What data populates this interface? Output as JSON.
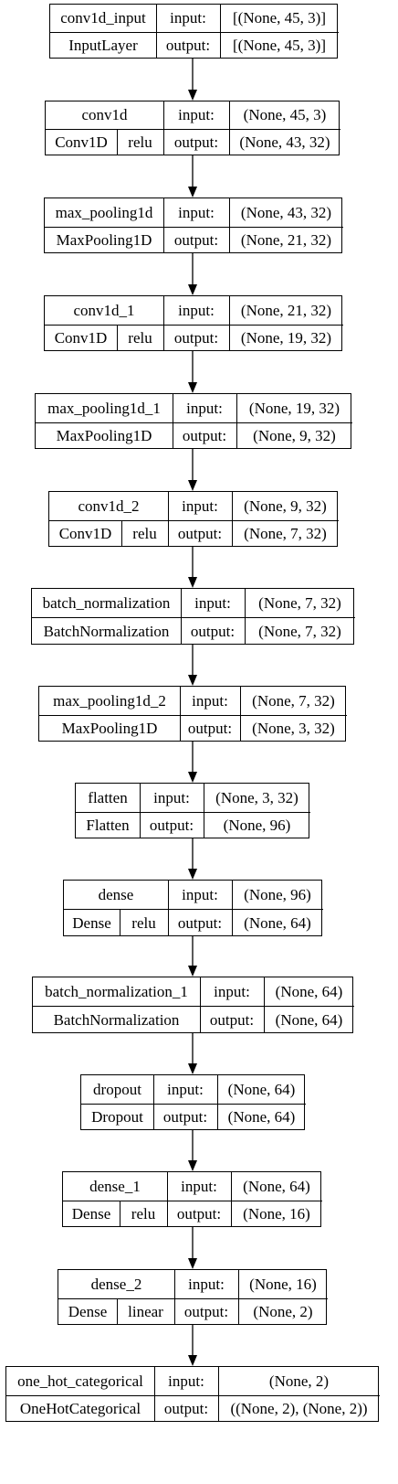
{
  "layers": [
    {
      "name": "conv1d_input",
      "type": "InputLayer",
      "input": "[(None, 45, 3)]",
      "output": "[(None, 45, 3)]"
    },
    {
      "name": "conv1d",
      "type": "Conv1D",
      "activation": "relu",
      "input": "(None, 45, 3)",
      "output": "(None, 43, 32)"
    },
    {
      "name": "max_pooling1d",
      "type": "MaxPooling1D",
      "input": "(None, 43, 32)",
      "output": "(None, 21, 32)"
    },
    {
      "name": "conv1d_1",
      "type": "Conv1D",
      "activation": "relu",
      "input": "(None, 21, 32)",
      "output": "(None, 19, 32)"
    },
    {
      "name": "max_pooling1d_1",
      "type": "MaxPooling1D",
      "input": "(None, 19, 32)",
      "output": "(None, 9, 32)"
    },
    {
      "name": "conv1d_2",
      "type": "Conv1D",
      "activation": "relu",
      "input": "(None, 9, 32)",
      "output": "(None, 7, 32)"
    },
    {
      "name": "batch_normalization",
      "type": "BatchNormalization",
      "input": "(None, 7, 32)",
      "output": "(None, 7, 32)"
    },
    {
      "name": "max_pooling1d_2",
      "type": "MaxPooling1D",
      "input": "(None, 7, 32)",
      "output": "(None, 3, 32)"
    },
    {
      "name": "flatten",
      "type": "Flatten",
      "input": "(None, 3, 32)",
      "output": "(None, 96)"
    },
    {
      "name": "dense",
      "type": "Dense",
      "activation": "relu",
      "input": "(None, 96)",
      "output": "(None, 64)"
    },
    {
      "name": "batch_normalization_1",
      "type": "BatchNormalization",
      "input": "(None, 64)",
      "output": "(None, 64)"
    },
    {
      "name": "dropout",
      "type": "Dropout",
      "input": "(None, 64)",
      "output": "(None, 64)"
    },
    {
      "name": "dense_1",
      "type": "Dense",
      "activation": "relu",
      "input": "(None, 64)",
      "output": "(None, 16)"
    },
    {
      "name": "dense_2",
      "type": "Dense",
      "activation": "linear",
      "input": "(None, 16)",
      "output": "(None, 2)"
    },
    {
      "name": "one_hot_categorical",
      "type": "OneHotCategorical",
      "input": "(None, 2)",
      "output": "((None, 2), (None, 2))"
    }
  ],
  "labels": {
    "input": "input:",
    "output": "output:"
  }
}
